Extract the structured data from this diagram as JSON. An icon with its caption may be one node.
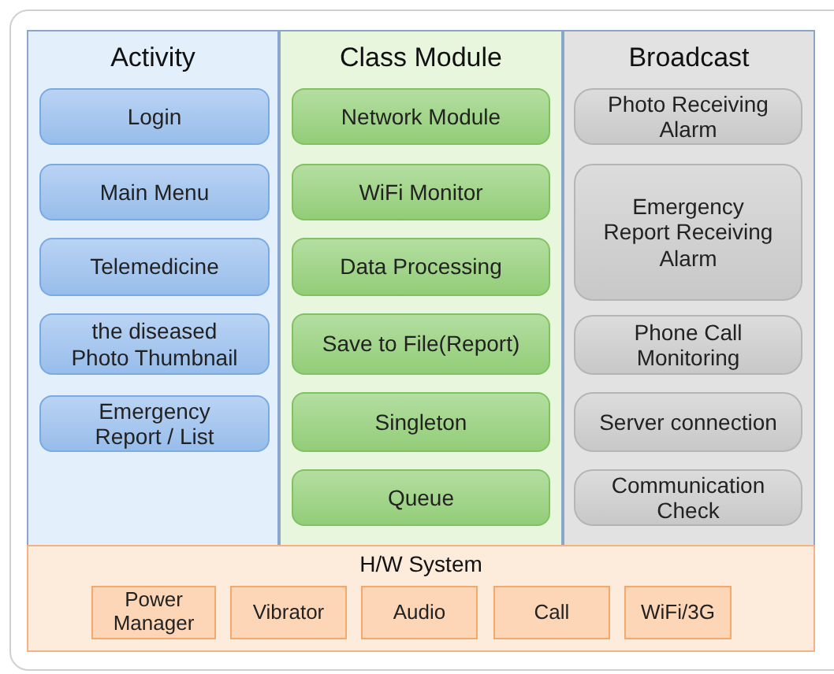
{
  "diagram": {
    "nodes": [
      {
        "text": [
          "Activity"
        ]
      },
      {
        "text": [
          "Login"
        ],
        "in": 0
      },
      {
        "text": [
          "Main Menu"
        ],
        "in": 0
      },
      {
        "text": [
          "Telemedicine"
        ],
        "in": 0
      },
      {
        "text": [
          "the diseased Photo Thumbnail"
        ],
        "in": 0
      },
      {
        "text": [
          "Emergency Report / List"
        ],
        "in": 0
      },
      {
        "text": [
          "Class Module"
        ]
      },
      {
        "text": [
          "Network Module"
        ],
        "in": 6
      },
      {
        "text": [
          "WiFi Monitor"
        ],
        "in": 6
      },
      {
        "text": [
          "Data Processing"
        ],
        "in": 6
      },
      {
        "text": [
          "Save to File(Report)"
        ],
        "in": 6
      },
      {
        "text": [
          "Singleton"
        ],
        "in": 6
      },
      {
        "text": [
          "Queue"
        ],
        "in": 6
      },
      {
        "text": [
          "Broadcast"
        ]
      },
      {
        "text": [
          "Photo Receiving Alarm"
        ],
        "in": 13
      },
      {
        "text": [
          "Emergency Report Receiving Alarm"
        ],
        "in": 13
      },
      {
        "text": [
          "Phone Call Monitoring"
        ],
        "in": 13
      },
      {
        "text": [
          "Server connection"
        ],
        "in": 13
      },
      {
        "text": [
          "Communication Check"
        ],
        "in": 13
      },
      {
        "text": [
          "H/W System"
        ]
      },
      {
        "text": [
          "Power Manager"
        ],
        "in": 19
      },
      {
        "text": [
          "Vibrator"
        ],
        "in": 19
      },
      {
        "text": [
          "Audio"
        ],
        "in": 19
      },
      {
        "text": [
          "Call"
        ],
        "in": 19
      },
      {
        "text": [
          "WiFi/3G"
        ],
        "in": 19
      }
    ]
  }
}
